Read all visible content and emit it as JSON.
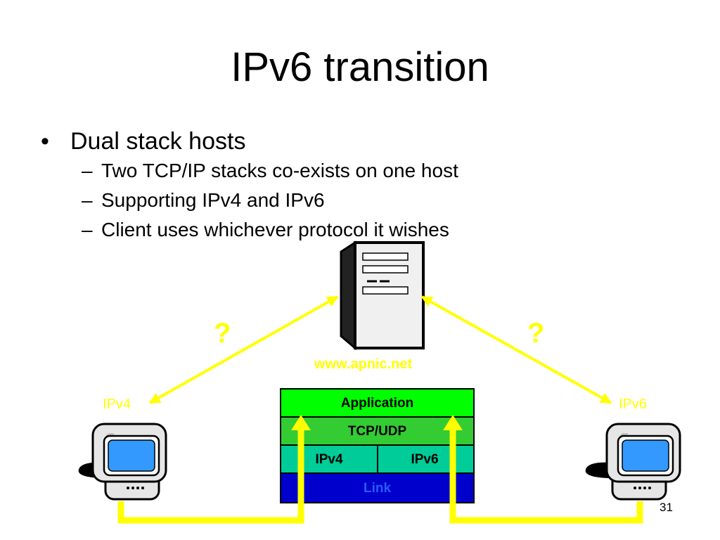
{
  "slide": {
    "title": "IPv6 transition",
    "bullet": "Dual stack hosts",
    "bullet_marker": "•",
    "sub_marker": "–",
    "subbullets": [
      "Two TCP/IP stacks co-exists on one host",
      "Supporting IPv4 and IPv6",
      "Client uses whichever protocol it wishes"
    ],
    "page_number": "31"
  },
  "diagram": {
    "server_label": "www.apnic.net",
    "question_left": "?",
    "question_right": "?",
    "client_left_label": "IPv4",
    "client_right_label": "IPv6",
    "stack": {
      "application": "Application",
      "transport": "TCP/UDP",
      "ipv4": "IPv4",
      "ipv6": "IPv6",
      "link": "Link"
    },
    "colors": {
      "arrow": "#ffff00",
      "application": "#00ff00",
      "transport": "#33cc33",
      "ip": "#00cc99",
      "link": "#0000cc",
      "screen": "#3399ff"
    }
  }
}
